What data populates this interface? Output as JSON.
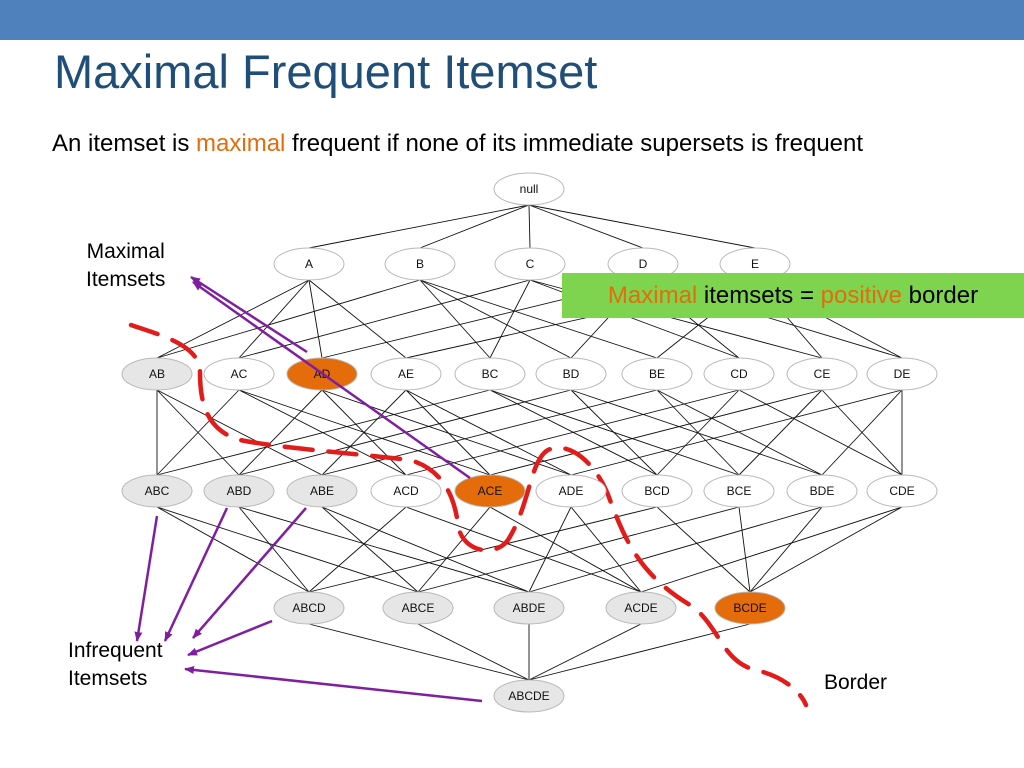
{
  "slide": {
    "title": "Maximal Frequent Itemset",
    "subtitle_pre": "An itemset is ",
    "subtitle_highlight": "maximal",
    "subtitle_post": " frequent if none of its immediate supersets is frequent"
  },
  "callout": {
    "part1": "Maximal",
    "part2": " itemsets = ",
    "part3": "positive",
    "part4": " border"
  },
  "labels": {
    "maximal_line1": "Maximal",
    "maximal_line2": "Itemsets",
    "infrequent_line1": "Infrequent",
    "infrequent_line2": "Itemsets",
    "border": "Border"
  },
  "colors": {
    "header_bar": "#4f81bd",
    "title": "#1f4e79",
    "highlight": "#e46c0a",
    "callout_bg": "#7ed34f",
    "maximal_node": "#e46c0a",
    "infrequent_node": "#e6e6e6",
    "frequent_node": "#ffffff",
    "border_line": "#e21b1b",
    "arrow": "#7f1f9f"
  },
  "lattice": {
    "items": [
      "A",
      "B",
      "C",
      "D",
      "E"
    ],
    "root_label": "null",
    "maximal": [
      "AD",
      "ACE",
      "BCDE"
    ],
    "infrequent": [
      "AB",
      "ABC",
      "ABD",
      "ABE",
      "ABCD",
      "ABCE",
      "ABDE",
      "ACDE",
      "ABCDE"
    ],
    "levels": [
      [
        "null"
      ],
      [
        "A",
        "B",
        "C",
        "D",
        "E"
      ],
      [
        "AB",
        "AC",
        "AD",
        "AE",
        "BC",
        "BD",
        "BE",
        "CD",
        "CE",
        "DE"
      ],
      [
        "ABC",
        "ABD",
        "ABE",
        "ACD",
        "ACE",
        "ADE",
        "BCD",
        "BCE",
        "BDE",
        "CDE"
      ],
      [
        "ABCD",
        "ABCE",
        "ABDE",
        "ACDE",
        "BCDE"
      ],
      [
        "ABCDE"
      ]
    ]
  }
}
